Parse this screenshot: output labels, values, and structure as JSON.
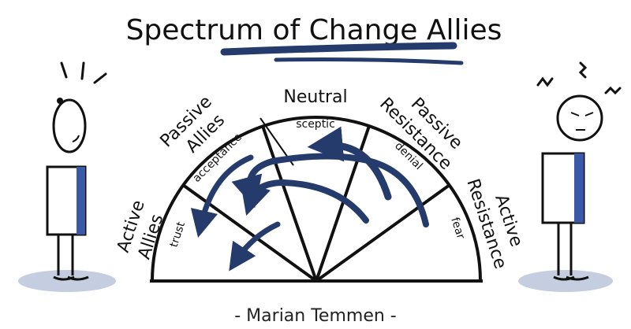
{
  "title": "Spectrum of Change Allies",
  "segments": [
    {
      "label_lines": [
        "Active",
        "Allies"
      ],
      "inner": "trust"
    },
    {
      "label_lines": [
        "Passive",
        "Allies"
      ],
      "inner": "acceptance"
    },
    {
      "label_lines": [
        "Neutral"
      ],
      "inner": "sceptic"
    },
    {
      "label_lines": [
        "Passive",
        "Resistance"
      ],
      "inner": "denial"
    },
    {
      "label_lines": [
        "Active",
        "Resistance"
      ],
      "inner": "fear"
    }
  ],
  "credit": "- Marian Temmen -",
  "colors": {
    "arrow": "#243b6b",
    "ink": "#111111",
    "shadow": "#c5cde0",
    "body_accent": "#3a5aa8"
  }
}
